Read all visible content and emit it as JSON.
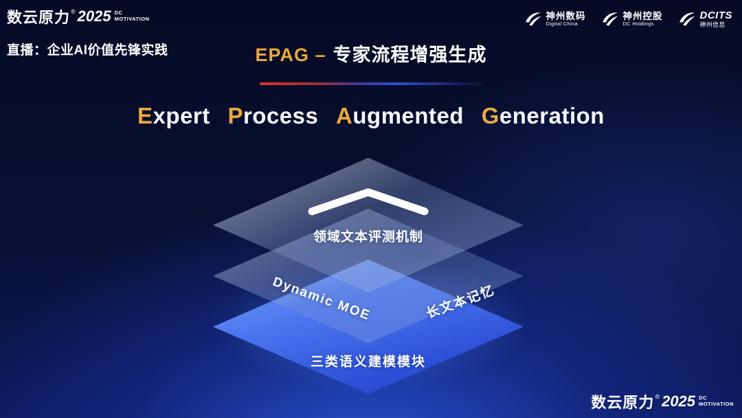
{
  "colors": {
    "accent_gold": "#eaa83e",
    "underline_red": "#e23327",
    "underline_blue": "#2e4fd0",
    "layer_solid_blue": "#3a63e8",
    "background_top": "#060a24",
    "background_bottom": "#0c1a5e"
  },
  "brand": {
    "name": "数云原力",
    "reg": "®",
    "year": "2025",
    "dc": "DC",
    "motivation": "MOTIVATION"
  },
  "header": {
    "live_label": "直播：企业AI价值先锋实践",
    "partners": [
      {
        "name": "神州数码",
        "sub": "Digital China",
        "icon": "swoosh-icon"
      },
      {
        "name": "神州控股",
        "sub": "DC Holdings",
        "icon": "swoosh-icon"
      },
      {
        "name": "DCITS",
        "sub": "神州信息",
        "icon": "swoosh-icon"
      }
    ]
  },
  "title": {
    "accent": "EPAG –",
    "rest": "专家流程增强生成"
  },
  "subtitle": {
    "words": [
      {
        "initial": "E",
        "rest": "xpert"
      },
      {
        "initial": "P",
        "rest": "rocess"
      },
      {
        "initial": "A",
        "rest": "ugmented"
      },
      {
        "initial": "G",
        "rest": "eneration"
      }
    ]
  },
  "diagram": {
    "layers": [
      {
        "id": "evaluation",
        "style": "glass",
        "label": "领域文本评测机制",
        "icon": "chevron-up-icon"
      },
      {
        "id": "middle",
        "style": "glass",
        "labels": [
          "Dynamic MOE",
          "长文本记忆"
        ]
      },
      {
        "id": "semantic",
        "style": "solid-blue",
        "label": "三类语义建模模块"
      }
    ]
  }
}
